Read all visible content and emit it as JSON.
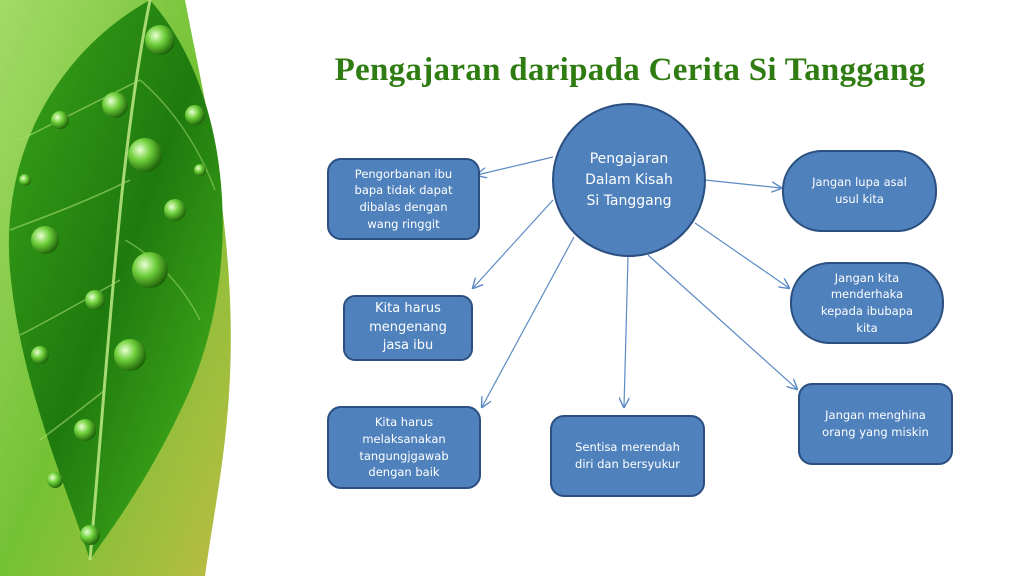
{
  "title": "Pengajaran daripada Cerita Si Tanggang",
  "colors": {
    "title": "#2f7d12",
    "node_fill": "#4f81bd",
    "node_border": "#2a4f80",
    "arrow": "#5b8bc4",
    "leaf_dark": "#1f6e0c",
    "leaf_light": "#7fd12a"
  },
  "center": {
    "label": "Pengajaran\nDalam Kisah\nSi Tanggang"
  },
  "nodes": [
    {
      "id": "pengorbanan",
      "label": "Pengorbanan ibu\nbapa tidak dapat\ndibalas dengan\nwang ringgit"
    },
    {
      "id": "mengenang",
      "label": "Kita harus\nmengenang\njasa ibu"
    },
    {
      "id": "tanggungjawab",
      "label": "Kita harus\nmelaksanakan\ntangungjgawab\ndengan baik"
    },
    {
      "id": "merendah",
      "label": "Sentisa merendah\ndiri dan bersyukur"
    },
    {
      "id": "menghina",
      "label": "Jangan menghina\norang yang miskin"
    },
    {
      "id": "menderhaka",
      "label": "Jangan kita\nmenderhaka\nkepada ibubapa\nkita"
    },
    {
      "id": "asal",
      "label": "Jangan lupa asal\nusul kita"
    }
  ],
  "decor": {
    "leaf_icon": "water-drop-leaf-icon"
  }
}
